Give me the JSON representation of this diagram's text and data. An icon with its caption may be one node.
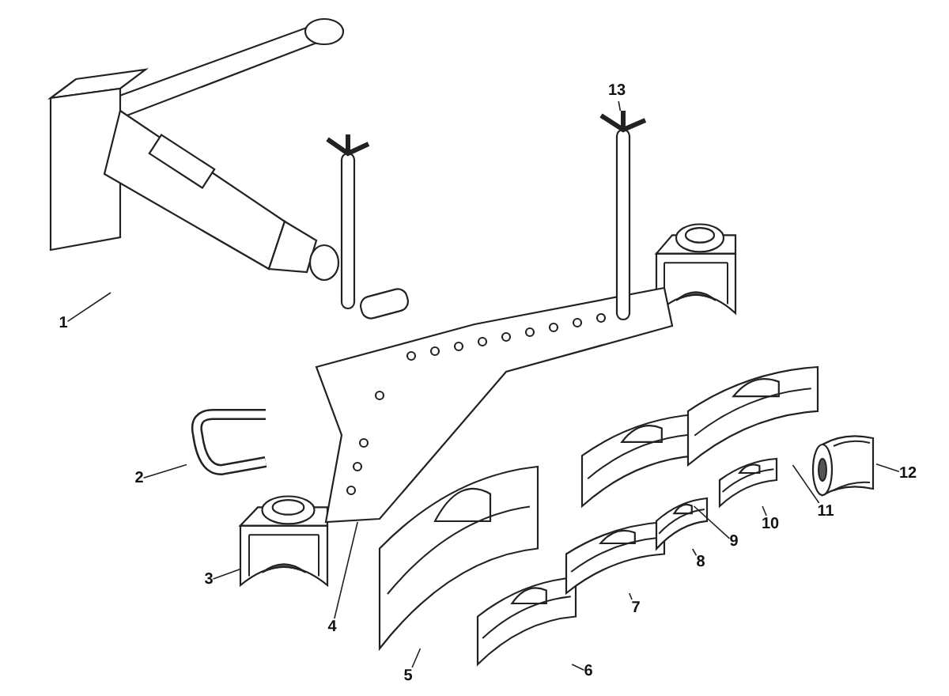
{
  "diagram": {
    "nodes": [
      {
        "text": [
          "1"
        ]
      },
      {
        "text": [
          "2"
        ]
      },
      {
        "text": [
          "3"
        ]
      },
      {
        "text": [
          "4"
        ]
      },
      {
        "text": [
          "5"
        ]
      },
      {
        "text": [
          "6"
        ]
      },
      {
        "text": [
          "7"
        ]
      },
      {
        "text": [
          "8"
        ]
      },
      {
        "text": [
          "9"
        ]
      },
      {
        "text": [
          "10"
        ]
      },
      {
        "text": [
          "11"
        ]
      },
      {
        "text": [
          "12"
        ]
      },
      {
        "text": [
          "13"
        ]
      },
      {
        "text": [],
        "shape": "picture"
      },
      {
        "text": [],
        "shape": "picture"
      },
      {
        "text": [],
        "shape": "picture"
      },
      {
        "text": [],
        "shape": "picture"
      },
      {
        "text": [],
        "shape": "picture"
      },
      {
        "text": [],
        "shape": "picture"
      },
      {
        "text": [],
        "shape": "picture"
      },
      {
        "text": [],
        "shape": "picture"
      },
      {
        "text": [],
        "shape": "picture"
      },
      {
        "text": [],
        "shape": "picture"
      },
      {
        "text": [],
        "shape": "picture"
      },
      {
        "text": [],
        "shape": "picture"
      },
      {
        "text": [],
        "shape": "picture"
      }
    ],
    "edges": [
      {
        "from": 0,
        "to": 13,
        "arrow": "none"
      },
      {
        "from": 1,
        "to": 14,
        "arrow": "none"
      },
      {
        "from": 2,
        "to": 15,
        "arrow": "none"
      },
      {
        "from": 3,
        "to": 16,
        "arrow": "none"
      },
      {
        "from": 4,
        "to": 17,
        "arrow": "none"
      },
      {
        "from": 5,
        "to": 18,
        "arrow": "none"
      },
      {
        "from": 6,
        "to": 19,
        "arrow": "none"
      },
      {
        "from": 7,
        "to": 20,
        "arrow": "none"
      },
      {
        "from": 8,
        "to": 21,
        "arrow": "none"
      },
      {
        "from": 9,
        "to": 22,
        "arrow": "none"
      },
      {
        "from": 10,
        "to": 23,
        "arrow": "none"
      },
      {
        "from": 11,
        "to": 24,
        "arrow": "none"
      },
      {
        "from": 12,
        "to": 25,
        "arrow": "none"
      }
    ]
  }
}
